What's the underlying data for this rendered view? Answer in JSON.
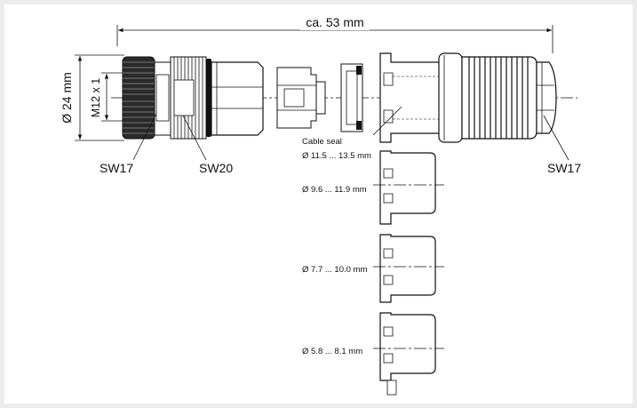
{
  "dimensions": {
    "overall_length": "ca. 53 mm",
    "diameter": "Ø 24 mm",
    "thread": "M12 x 1",
    "wrench_left_1": "SW17",
    "wrench_left_2": "SW20",
    "wrench_right": "SW17"
  },
  "cable_seal": {
    "title": "Cable seal",
    "ranges": [
      "Ø 11.5 ... 13.5 mm",
      "Ø 9.6 ... 11.9 mm",
      "Ø 7.7 ... 10.0 mm",
      "Ø 5.8 ... 8.1 mm"
    ]
  },
  "colors": {
    "background": "#ececec",
    "sheet": "#ffffff",
    "line": "#111111"
  }
}
